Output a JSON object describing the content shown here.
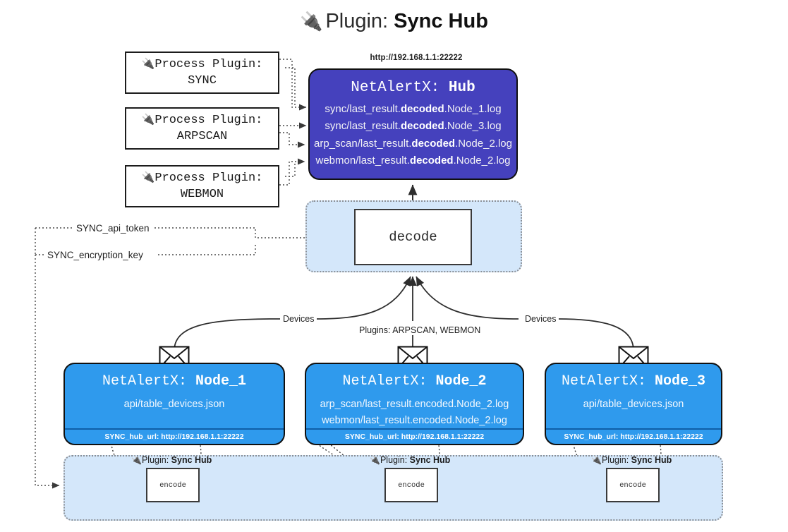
{
  "page": {
    "title_icon": "plug-icon",
    "title_prefix": "Plugin:",
    "title_name": "Sync Hub",
    "accent_hub": "#4541bd",
    "accent_node": "#2f9aed",
    "accent_container": "#d4e7fa",
    "border_dark": "#101010"
  },
  "process_plugins": [
    {
      "icon": "plug-icon",
      "line1": "Process Plugin:",
      "line2": "SYNC"
    },
    {
      "icon": "plug-icon",
      "line1": "Process Plugin:",
      "line2": "ARPSCAN"
    },
    {
      "icon": "plug-icon",
      "line1": "Process Plugin:",
      "line2": "WEBMON"
    }
  ],
  "hub": {
    "url": "http://192.168.1.1:22222",
    "title_prefix": "NetAlertX:",
    "title_name": "Hub",
    "logs": [
      {
        "pre": "sync/last_result.",
        "mid": "decoded",
        "post": ".Node_1.log"
      },
      {
        "pre": "sync/last_result.",
        "mid": "decoded",
        "post": ".Node_3.log"
      },
      {
        "pre": "arp_scan/last_result.",
        "mid": "decoded",
        "post": ".Node_2.log"
      },
      {
        "pre": "webmon/last_result.",
        "mid": "decoded",
        "post": ".Node_2.log"
      }
    ]
  },
  "settings": {
    "api_token": "SYNC_api_token",
    "encryption_key": "SYNC_encryption_key"
  },
  "decode": {
    "label": "decode"
  },
  "edges": {
    "devices_left": "Devices",
    "devices_right": "Devices",
    "plugins_center": "Plugins: ARPSCAN, WEBMON"
  },
  "nodes": [
    {
      "title_prefix": "NetAlertX:",
      "title_name": "Node_1",
      "lines": [
        "api/table_devices.json"
      ],
      "footer": "SYNC_hub_url: http://192.168.1.1:22222",
      "mail_icon": "envelope-icon"
    },
    {
      "title_prefix": "NetAlertX:",
      "title_name": "Node_2",
      "lines": [
        "arp_scan/last_result.encoded.Node_2.log",
        "webmon/last_result.encoded.Node_2.log"
      ],
      "footer": "SYNC_hub_url: http://192.168.1.1:22222",
      "mail_icon": "envelope-icon"
    },
    {
      "title_prefix": "NetAlertX:",
      "title_name": "Node_3",
      "lines": [
        "api/table_devices.json"
      ],
      "footer": "SYNC_hub_url: http://192.168.1.1:22222",
      "mail_icon": "envelope-icon"
    }
  ],
  "encoders": [
    {
      "icon": "plug-icon",
      "label_prefix": "Plugin:",
      "label_name": "Sync Hub",
      "box_label": "encode"
    },
    {
      "icon": "plug-icon",
      "label_prefix": "Plugin:",
      "label_name": "Sync Hub",
      "box_label": "encode"
    },
    {
      "icon": "plug-icon",
      "label_prefix": "Plugin:",
      "label_name": "Sync Hub",
      "box_label": "encode"
    }
  ]
}
